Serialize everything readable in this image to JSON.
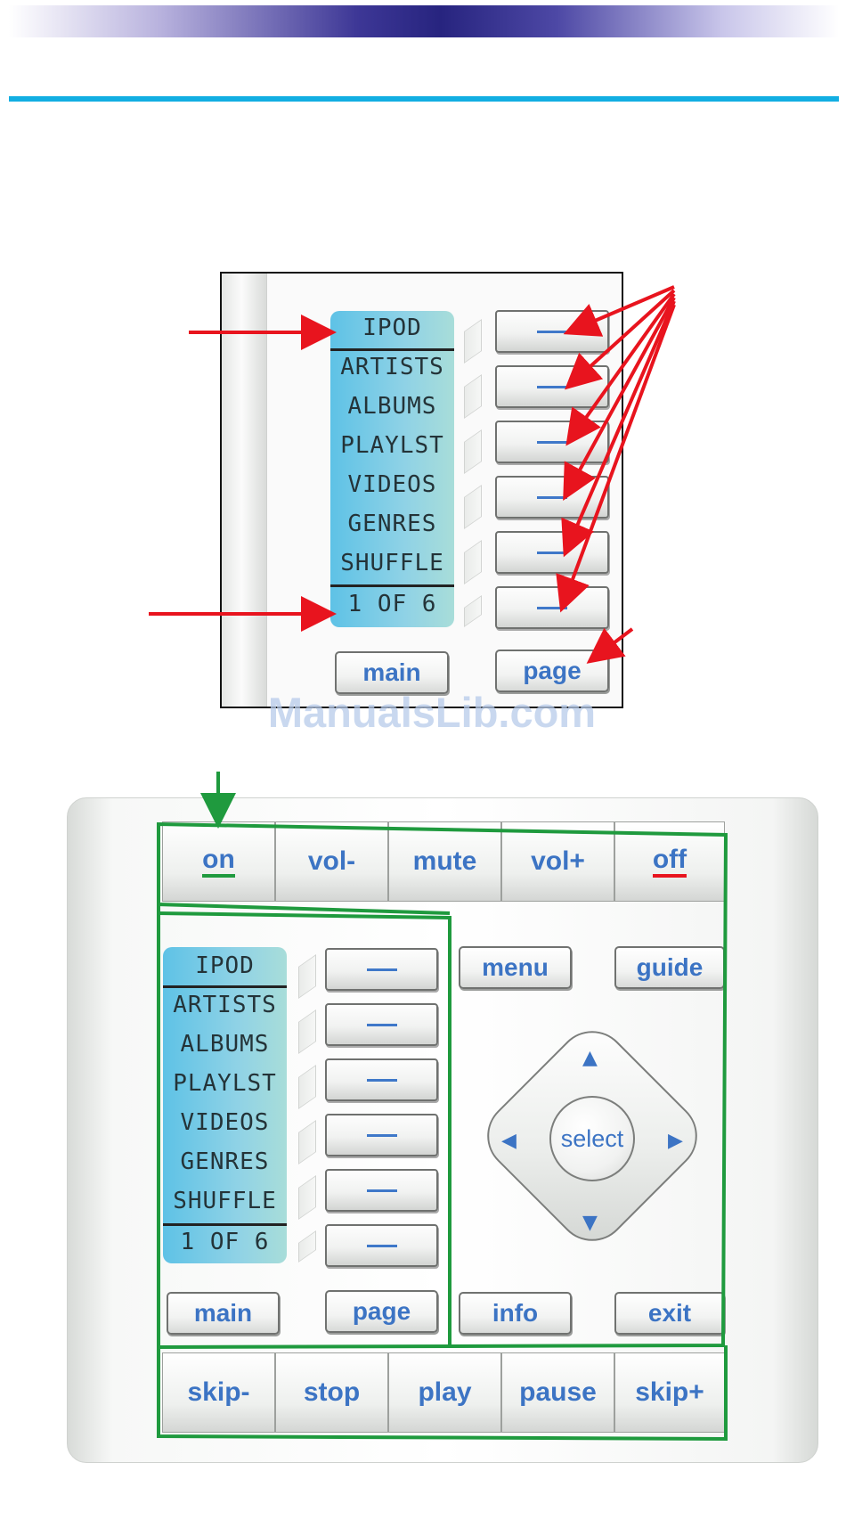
{
  "header": {
    "gradient_colors": [
      "#ffffff",
      "#27247f",
      "#ffffff"
    ],
    "rule_color": "#12aee2"
  },
  "small_screen": {
    "lcd_rows": [
      "IPOD",
      "ARTISTS",
      "ALBUMS",
      "PLAYLST",
      "VIDEOS",
      "GENRES",
      "SHUFFLE",
      "1 OF 6"
    ],
    "softkey_label": "—",
    "main_label": "main",
    "page_label": "page"
  },
  "watermark": "ManualsLib.com",
  "remote": {
    "top_row": [
      "on",
      "vol-",
      "mute",
      "vol+",
      "off"
    ],
    "lcd_rows": [
      "IPOD",
      "ARTISTS",
      "ALBUMS",
      "PLAYLST",
      "VIDEOS",
      "GENRES",
      "SHUFFLE",
      "1 OF 6"
    ],
    "softkey_label": "—",
    "main_label": "main",
    "page_label": "page",
    "menu_label": "menu",
    "guide_label": "guide",
    "select_label": "select",
    "info_label": "info",
    "exit_label": "exit",
    "bottom_row": [
      "skip-",
      "stop",
      "play",
      "pause",
      "skip+"
    ]
  },
  "colors": {
    "accent_text": "#3c74c4",
    "annotation_red": "#e8141e",
    "outline_green": "#1f9a3e",
    "on_underline": "#1f9a3e",
    "off_underline": "#e8141e"
  }
}
